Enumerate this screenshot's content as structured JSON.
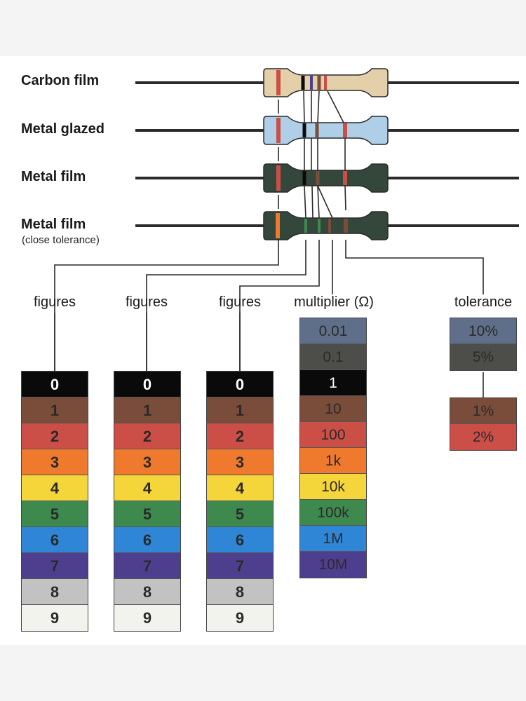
{
  "resistor_types": [
    {
      "label": "Carbon film",
      "sublabel": ""
    },
    {
      "label": "Metal glazed",
      "sublabel": ""
    },
    {
      "label": "Metal film",
      "sublabel": ""
    },
    {
      "label": "Metal film",
      "sublabel": "(close tolerance)"
    }
  ],
  "columns": {
    "figures": [
      {
        "header": "figures"
      },
      {
        "header": "figures"
      },
      {
        "header": "figures"
      }
    ],
    "multiplier": {
      "header": "multiplier (Ω)"
    },
    "tolerance": {
      "header": "tolerance"
    }
  },
  "digit_cells": [
    {
      "value": "0",
      "color": "#0a0a0a",
      "text_color": "#ffffff"
    },
    {
      "value": "1",
      "color": "#7a4c3a",
      "text_color": "#2a2a2a"
    },
    {
      "value": "2",
      "color": "#cc4f47",
      "text_color": "#2a2a2a"
    },
    {
      "value": "3",
      "color": "#ef7a2e",
      "text_color": "#2a2a2a"
    },
    {
      "value": "4",
      "color": "#f4d53a",
      "text_color": "#2a2a2a"
    },
    {
      "value": "5",
      "color": "#3e8a4e",
      "text_color": "#2a2a2a"
    },
    {
      "value": "6",
      "color": "#2f86d6",
      "text_color": "#2a2a2a"
    },
    {
      "value": "7",
      "color": "#4e3f8e",
      "text_color": "#2a2a2a"
    },
    {
      "value": "8",
      "color": "#c2c2c2",
      "text_color": "#2a2a2a"
    },
    {
      "value": "9",
      "color": "#f3f3ee",
      "text_color": "#2a2a2a"
    }
  ],
  "multiplier_cells": [
    {
      "value": "0.01",
      "color": "#5f6f8a",
      "text_color": "#2a2a2a"
    },
    {
      "value": "0.1",
      "color": "#4d4d4a",
      "text_color": "#2a2a2a"
    },
    {
      "value": "1",
      "color": "#0a0a0a",
      "text_color": "#ffffff"
    },
    {
      "value": "10",
      "color": "#7a4c3a",
      "text_color": "#2a2a2a"
    },
    {
      "value": "100",
      "color": "#cc4f47",
      "text_color": "#2a2a2a"
    },
    {
      "value": "1k",
      "color": "#ef7a2e",
      "text_color": "#2a2a2a"
    },
    {
      "value": "10k",
      "color": "#f4d53a",
      "text_color": "#2a2a2a"
    },
    {
      "value": "100k",
      "color": "#3e8a4e",
      "text_color": "#2a2a2a"
    },
    {
      "value": "1M",
      "color": "#2f86d6",
      "text_color": "#2a2a2a"
    },
    {
      "value": "10M",
      "color": "#4e3f8e",
      "text_color": "#2a2a2a"
    }
  ],
  "tolerance_upper": [
    {
      "value": "10%",
      "color": "#5f6f8a",
      "text_color": "#2a2a2a"
    },
    {
      "value": "5%",
      "color": "#4d4d4a",
      "text_color": "#2a2a2a"
    }
  ],
  "tolerance_lower": [
    {
      "value": "1%",
      "color": "#7a4c3a",
      "text_color": "#2a2a2a"
    },
    {
      "value": "2%",
      "color": "#cc4f47",
      "text_color": "#2a2a2a"
    }
  ],
  "colors": {
    "carbon_body": "#e3cfa9",
    "glazed_body": "#aecfe7",
    "metal_body": "#34473b",
    "lead": "#2b2b2b"
  }
}
